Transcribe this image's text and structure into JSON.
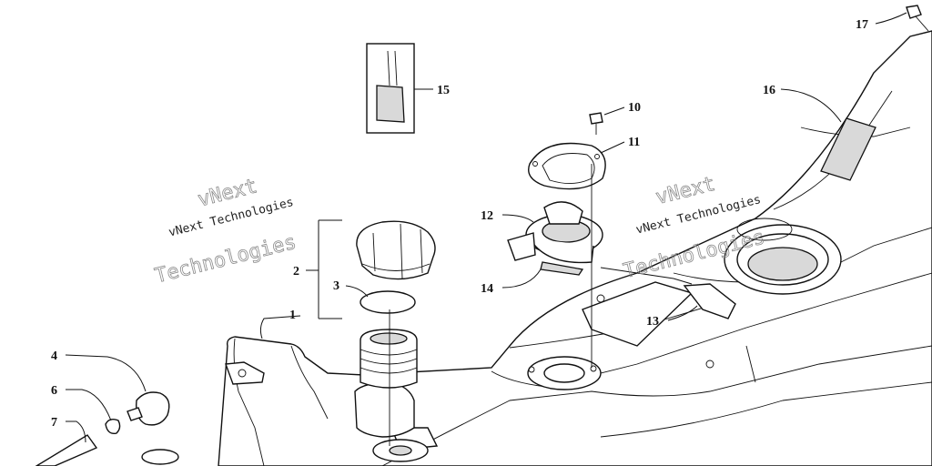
{
  "callouts": [
    {
      "id": "c1",
      "label": "1"
    },
    {
      "id": "c2",
      "label": "2"
    },
    {
      "id": "c3",
      "label": "3"
    },
    {
      "id": "c4",
      "label": "4"
    },
    {
      "id": "c6",
      "label": "6"
    },
    {
      "id": "c7",
      "label": "7"
    },
    {
      "id": "c10",
      "label": "10"
    },
    {
      "id": "c11",
      "label": "11"
    },
    {
      "id": "c12",
      "label": "12"
    },
    {
      "id": "c13",
      "label": "13"
    },
    {
      "id": "c14",
      "label": "14"
    },
    {
      "id": "c15",
      "label": "15"
    },
    {
      "id": "c16",
      "label": "16"
    },
    {
      "id": "c17",
      "label": "17"
    }
  ],
  "watermark": {
    "line_a": "vNext Technologies",
    "line_b": "vNext",
    "line_c": "Technologies"
  }
}
